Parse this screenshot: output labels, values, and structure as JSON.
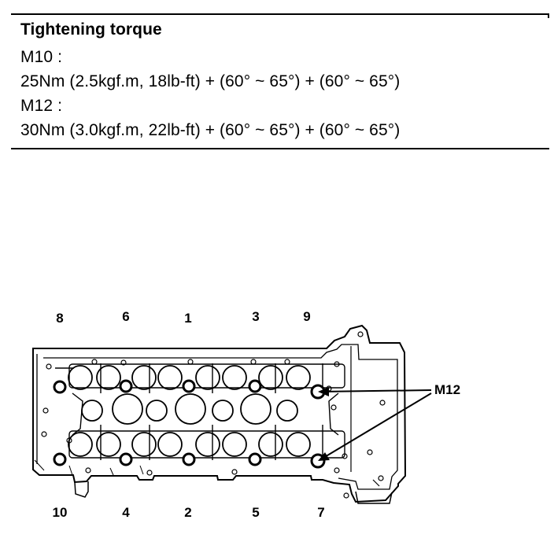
{
  "spec": {
    "title": "Tightening torque",
    "lines": [
      "M10 :",
      "25Nm (2.5kgf.m, 18lb-ft) + (60° ~ 65°) + (60° ~ 65°)",
      "M12 :",
      "30Nm (3.0kgf.m, 22lb-ft) + (60° ~ 65°) + (60° ~ 65°)"
    ]
  },
  "diagram": {
    "top_bolt_numbers": [
      "8",
      "6",
      "1",
      "3",
      "9"
    ],
    "bottom_bolt_numbers": [
      "10",
      "4",
      "2",
      "5",
      "7"
    ],
    "callout_label": "M12"
  }
}
